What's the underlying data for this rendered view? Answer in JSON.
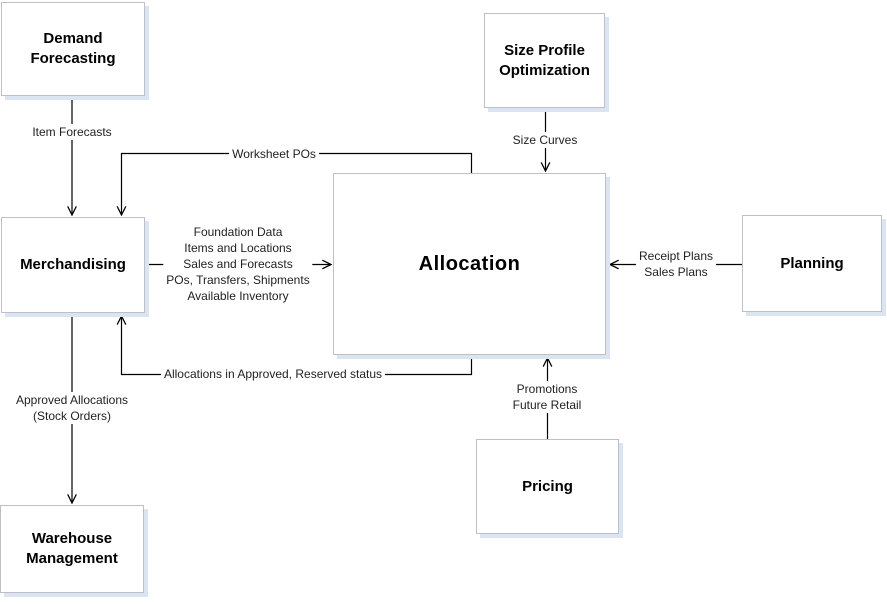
{
  "diagram": {
    "type": "integration-flow-diagram",
    "colors": {
      "connector": "#000000",
      "box_border": "#bfc0c7",
      "box_shadow": "#dbe5f1",
      "box_fill": "#ffffff",
      "label_text": "#1f1f1f"
    },
    "boxes": {
      "demand_forecasting": "Demand\nForecasting",
      "size_profile_optimization": "Size Profile\nOptimization",
      "merchandising": "Merchandising",
      "allocation": "Allocation",
      "planning": "Planning",
      "pricing": "Pricing",
      "warehouse_management": "Warehouse\nManagement"
    },
    "edge_labels": {
      "demand_to_merchandising": "Item Forecasts",
      "allocation_to_merchandising_top": "Worksheet POs",
      "size_profile_to_allocation": "Size Curves",
      "merchandising_to_allocation": "Foundation Data\nItems and Locations\nSales and Forecasts\nPOs, Transfers, Shipments\nAvailable Inventory",
      "planning_to_allocation": "Receipt Plans\nSales Plans",
      "allocation_to_merchandising_bottom": "Allocations in Approved, Reserved status",
      "pricing_to_allocation": "Promotions\nFuture Retail",
      "merchandising_to_warehouse": "Approved Allocations\n(Stock Orders)"
    }
  }
}
